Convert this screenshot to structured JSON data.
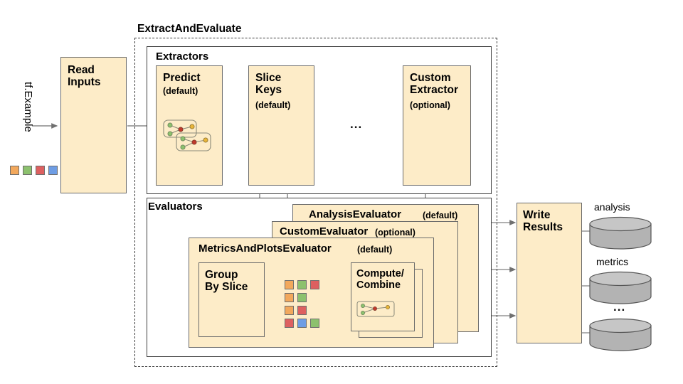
{
  "diagram": {
    "title_regions": {
      "extract_and_evaluate": "ExtractAndEvaluate",
      "extractors": "Extractors",
      "evaluators": "Evaluators"
    },
    "input": {
      "label": "tf.Example",
      "swatch_colors": [
        "#f2a85c",
        "#8cc16e",
        "#dd6060",
        "#6e9de4"
      ]
    },
    "nodes": {
      "read_inputs": {
        "title": "Read\nInputs",
        "sub": ""
      },
      "predict": {
        "title": "Predict",
        "sub": "(default)"
      },
      "slice_keys": {
        "title": "Slice\nKeys",
        "sub": "(default)"
      },
      "ellipsis": "...",
      "custom_extractor": {
        "title": "Custom\nExtractor",
        "sub": "(optional)"
      },
      "analysis_evaluator": {
        "title": "AnalysisEvaluator",
        "sub": "(default)"
      },
      "custom_evaluator": {
        "title": "CustomEvaluator",
        "sub": "(optional)"
      },
      "metrics_and_plots_evaluator": {
        "title": "MetricsAndPlotsEvaluator",
        "sub": "(default)"
      },
      "group_by_slice": {
        "title": "Group\nBy Slice",
        "sub": ""
      },
      "compute_combine": {
        "title": "Compute/\nCombine",
        "sub": ""
      },
      "write_results": {
        "title": "Write\nResults",
        "sub": ""
      }
    },
    "slice_swatch_rows": [
      [
        "#f2a85c",
        "#8cc16e",
        "#dd6060"
      ],
      [
        "#f2a85c",
        "#8cc16e"
      ],
      [
        "#f2a85c",
        "#dd6060"
      ],
      [
        "#dd6060",
        "#6e9de4",
        "#8cc16e"
      ]
    ],
    "outputs": [
      {
        "label": "analysis"
      },
      {
        "label": "metrics"
      },
      {
        "label": "..."
      }
    ],
    "colors": {
      "box_fill": "#fdecc8",
      "box_stroke": "#6b6b6b",
      "region_stroke": "#3f3f3f",
      "dashed_stroke": "#3a3a3a",
      "arrow": "#707070",
      "cylinder_fill": "#b3b3b3",
      "cylinder_top": "#c4c4c4"
    }
  }
}
